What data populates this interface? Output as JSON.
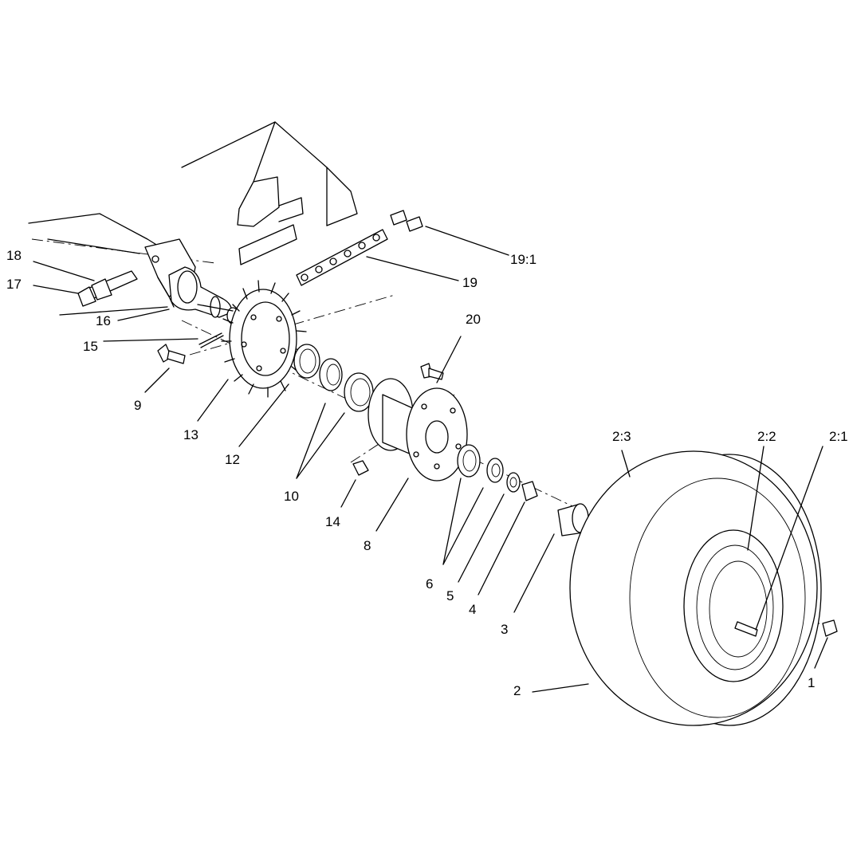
{
  "diagram": {
    "callouts": [
      {
        "id": "1",
        "text": "1"
      },
      {
        "id": "2",
        "text": "2"
      },
      {
        "id": "2_1",
        "text": "2:1"
      },
      {
        "id": "2_2",
        "text": "2:2"
      },
      {
        "id": "2_3",
        "text": "2:3"
      },
      {
        "id": "3",
        "text": "3"
      },
      {
        "id": "4",
        "text": "4"
      },
      {
        "id": "5",
        "text": "5"
      },
      {
        "id": "6",
        "text": "6"
      },
      {
        "id": "8",
        "text": "8"
      },
      {
        "id": "9",
        "text": "9"
      },
      {
        "id": "10",
        "text": "10"
      },
      {
        "id": "12",
        "text": "12"
      },
      {
        "id": "13",
        "text": "13"
      },
      {
        "id": "14",
        "text": "14"
      },
      {
        "id": "15",
        "text": "15"
      },
      {
        "id": "16",
        "text": "16"
      },
      {
        "id": "17",
        "text": "17"
      },
      {
        "id": "18",
        "text": "18"
      },
      {
        "id": "19",
        "text": "19"
      },
      {
        "id": "19_1",
        "text": "19:1"
      },
      {
        "id": "20",
        "text": "20"
      }
    ]
  }
}
